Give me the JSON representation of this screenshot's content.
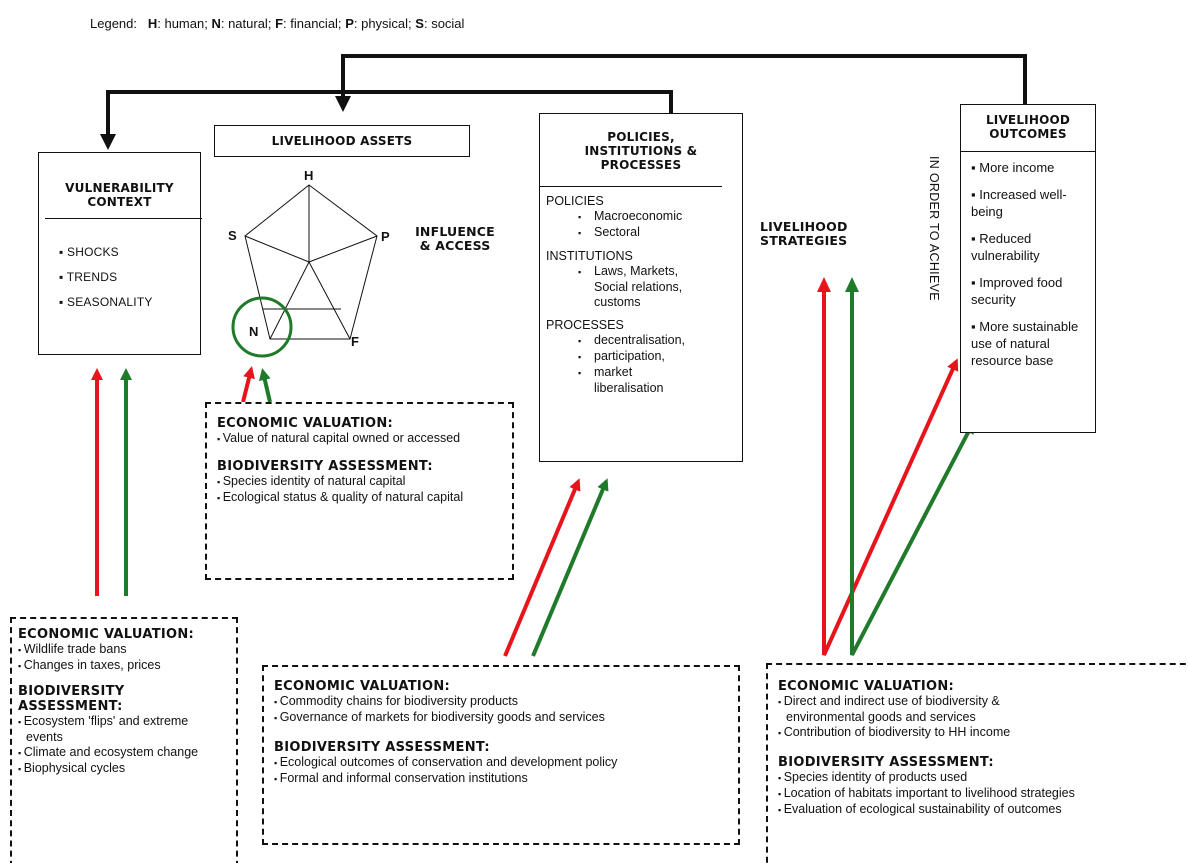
{
  "legend": {
    "prefix": "Legend:",
    "items": [
      {
        "key": "H",
        "label": ": human;"
      },
      {
        "key": "N",
        "label": ": natural;"
      },
      {
        "key": "F",
        "label": ": financial;"
      },
      {
        "key": "P",
        "label": ": physical;"
      },
      {
        "key": "S",
        "label": ": social"
      }
    ]
  },
  "vulnerability": {
    "title_line1": "VULNERABILITY",
    "title_line2": "CONTEXT",
    "items": [
      "SHOCKS",
      "TRENDS",
      "SEASONALITY"
    ]
  },
  "assets": {
    "title": "LIVELIHOOD ASSETS",
    "labels": {
      "H": "H",
      "P": "P",
      "F": "F",
      "N": "N",
      "S": "S"
    }
  },
  "influence": {
    "line1": "INFLUENCE",
    "line2": "& ACCESS"
  },
  "policies": {
    "title_lines": [
      "POLICIES,",
      "INSTITUTIONS &",
      "PROCESSES"
    ],
    "sections": [
      {
        "heading": "POLICIES",
        "items": [
          "Macroeconomic",
          "Sectoral"
        ]
      },
      {
        "heading": "INSTITUTIONS",
        "items": [
          "Laws, Markets, Social relations, customs"
        ]
      },
      {
        "heading": "PROCESSES",
        "items": [
          "decentralisation,",
          "participation,",
          "market liberalisation"
        ]
      }
    ]
  },
  "strategies": {
    "line1": "LIVELIHOOD",
    "line2": "STRATEGIES"
  },
  "in_order": "IN ORDER TO ACHIEVE",
  "outcomes": {
    "title_line1": "LIVELIHOOD",
    "title_line2": "OUTCOMES",
    "items": [
      "More income",
      "Increased well-being",
      "Reduced vulnerability",
      "Improved food security",
      "More sustainable use of natural resource base"
    ]
  },
  "assets_valuation": {
    "econ_heading": "ECONOMIC VALUATION:",
    "econ_items": [
      "Value of natural capital owned or accessed"
    ],
    "bio_heading": "BIODIVERSITY ASSESSMENT:",
    "bio_items": [
      "Species identity of natural capital",
      "Ecological status & quality of natural capital"
    ]
  },
  "vuln_valuation": {
    "econ_heading": "ECONOMIC VALUATION:",
    "econ_items": [
      "Wildlife trade bans",
      "Changes in taxes, prices"
    ],
    "bio_heading_line1": "BIODIVERSITY",
    "bio_heading_line2": "ASSESSMENT:",
    "bio_items": [
      "Ecosystem 'flips' and extreme events",
      "Climate and ecosystem change",
      "Biophysical cycles"
    ]
  },
  "policy_valuation": {
    "econ_heading": "ECONOMIC VALUATION:",
    "econ_items": [
      "Commodity chains for biodiversity products",
      "Governance of markets for biodiversity goods and services"
    ],
    "bio_heading": "BIODIVERSITY ASSESSMENT:",
    "bio_items": [
      "Ecological outcomes of conservation and development policy",
      "Formal and informal conservation institutions"
    ]
  },
  "strategy_valuation": {
    "econ_heading": "ECONOMIC VALUATION:",
    "econ_items": [
      "Direct and indirect use of biodiversity & environmental goods and services",
      "Contribution of biodiversity to HH income"
    ],
    "bio_heading": "BIODIVERSITY ASSESSMENT:",
    "bio_items": [
      "Species identity of products used",
      "Location of habitats important to livelihood strategies",
      "Evaluation of ecological sustainability of outcomes"
    ]
  },
  "colors": {
    "red": "#e8141b",
    "green": "#1f7a2a",
    "black": "#111111"
  }
}
